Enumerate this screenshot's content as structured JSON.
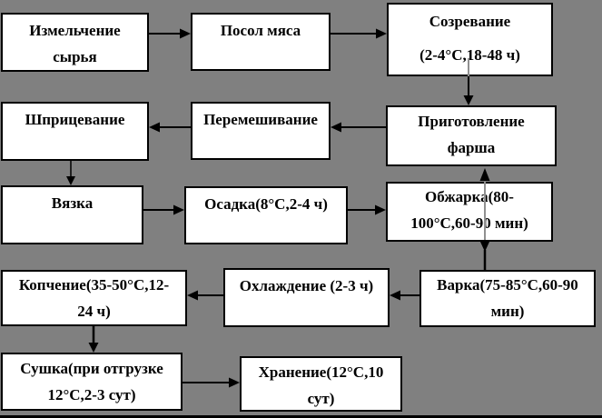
{
  "diagram": {
    "description": "Sausage production process flowchart",
    "colors": {
      "background": "#808080",
      "box_fill": "#ffffff",
      "box_border": "#000000",
      "arrow": "#000000",
      "through_line": "#909090"
    }
  },
  "nodes": [
    {
      "id": "grinding",
      "line1": "Измельчение",
      "line2": "сырья"
    },
    {
      "id": "salting",
      "line1": "Посол мяса",
      "line2": ""
    },
    {
      "id": "maturation",
      "line1": "Созревание",
      "line2": "(2-4°С,18-48 ч)"
    },
    {
      "id": "stuffing",
      "line1": "Шприцевание",
      "line2": ""
    },
    {
      "id": "mixing",
      "line1": "Перемешивание",
      "line2": ""
    },
    {
      "id": "mince-preparation",
      "line1": "Приготовление",
      "line2": "фарша"
    },
    {
      "id": "tying",
      "line1": "Вязка",
      "line2": ""
    },
    {
      "id": "settling",
      "line1": "Осадка(8°С,2-4 ч)",
      "line2": ""
    },
    {
      "id": "roasting",
      "line1": "Обжарка(80-",
      "line2": "100°С,60-90 мин)"
    },
    {
      "id": "smoking",
      "line1": "Копчение(35-50°С,12-",
      "line2": "24 ч)"
    },
    {
      "id": "cooling",
      "line1": "Охлаждение (2-3 ч)",
      "line2": ""
    },
    {
      "id": "cooking",
      "line1": "Варка(75-85°С,60-90",
      "line2": "мин)"
    },
    {
      "id": "drying",
      "line1": "Сушка(при отгрузке",
      "line2": "12°С,2-3 сут)"
    },
    {
      "id": "storage",
      "line1": "Хранение(12°С,10",
      "line2": "сут)"
    }
  ],
  "edges": [
    {
      "from": "grinding",
      "to": "salting",
      "direction": "right"
    },
    {
      "from": "salting",
      "to": "maturation",
      "direction": "right"
    },
    {
      "from": "maturation",
      "to": "mince-preparation",
      "direction": "down"
    },
    {
      "from": "mince-preparation",
      "to": "mixing",
      "direction": "left"
    },
    {
      "from": "mixing",
      "to": "stuffing",
      "direction": "left"
    },
    {
      "from": "stuffing",
      "to": "tying",
      "direction": "down"
    },
    {
      "from": "tying",
      "to": "settling",
      "direction": "right"
    },
    {
      "from": "settling",
      "to": "roasting",
      "direction": "right"
    },
    {
      "from": "roasting",
      "to": "mince-preparation",
      "direction": "up"
    },
    {
      "from": "roasting",
      "to": "cooking",
      "direction": "down"
    },
    {
      "from": "cooking",
      "to": "cooling",
      "direction": "left"
    },
    {
      "from": "cooling",
      "to": "smoking",
      "direction": "left"
    },
    {
      "from": "smoking",
      "to": "drying",
      "direction": "down"
    },
    {
      "from": "drying",
      "to": "storage",
      "direction": "right"
    }
  ]
}
